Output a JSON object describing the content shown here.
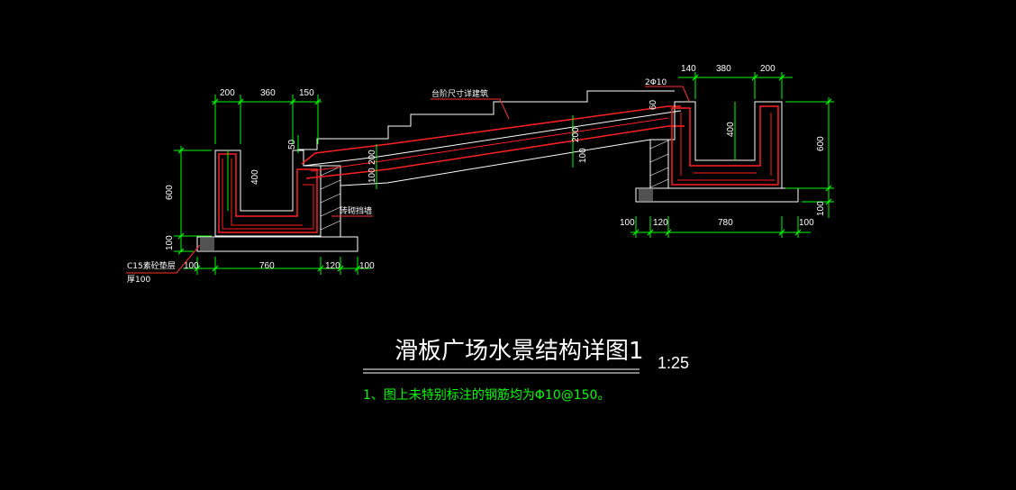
{
  "colors": {
    "background": "#000000",
    "outline": "#ffffff",
    "rebar": "#ff2020",
    "dimension": "#00ff00",
    "leader": "#ff3030",
    "note": "#00ff00"
  },
  "title": "滑板广场水景结构详图1",
  "scale": "1:25",
  "note": "1、图上未特别标注的钢筋均为Φ10@150。",
  "labels": {
    "rebar_top": "2Φ10",
    "slope_note": "台阶尺寸详建筑",
    "foundation_note_1": "C15素砼垫层",
    "foundation_note_2": "厚100",
    "brick_wall": "砖砌挡墙"
  },
  "dims": {
    "left_top": [
      "200",
      "360",
      "150"
    ],
    "left_bottom": [
      "100",
      "760",
      "120",
      "100"
    ],
    "left_height": [
      "600",
      "100"
    ],
    "left_inner": "400",
    "left_step": "50",
    "slab_mid_left": [
      "200",
      "100"
    ],
    "slab_mid_right": [
      "200",
      "100"
    ],
    "right_top": [
      "140",
      "380",
      "200"
    ],
    "right_bottom": [
      "100",
      "120",
      "780",
      "100"
    ],
    "right_height": [
      "600",
      "100"
    ],
    "right_inner": "400",
    "right_small": "60"
  }
}
